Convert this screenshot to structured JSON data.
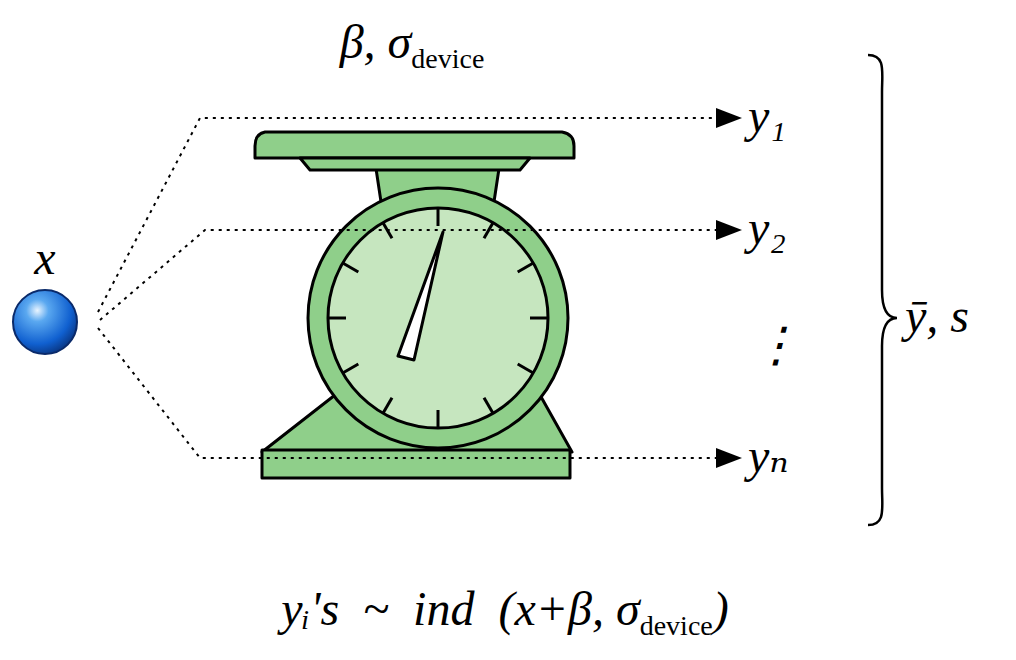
{
  "diagram": {
    "labels": [
      "β, σ",
      "device",
      "x",
      "y₁",
      "y₂",
      "⋮",
      "yₙ",
      "ȳ, s",
      "yᵢ's  ~  ind  (x+β, σ",
      "device",
      ")"
    ]
  }
}
